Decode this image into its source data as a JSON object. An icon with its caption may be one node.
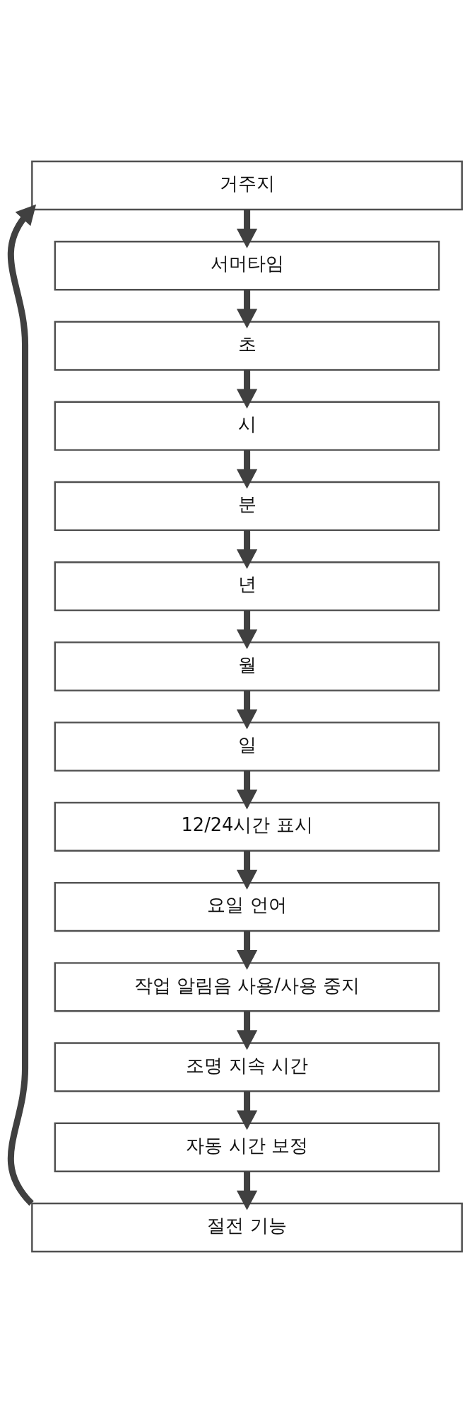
{
  "diagram": {
    "nodes": [
      {
        "text": [
          "거주지"
        ]
      },
      {
        "text": [
          "서머타임"
        ]
      },
      {
        "text": [
          "초"
        ]
      },
      {
        "text": [
          "시"
        ]
      },
      {
        "text": [
          "분"
        ]
      },
      {
        "text": [
          "년"
        ]
      },
      {
        "text": [
          "월"
        ]
      },
      {
        "text": [
          "일"
        ]
      },
      {
        "text": [
          "12/24시간 표시"
        ]
      },
      {
        "text": [
          "요일 언어"
        ]
      },
      {
        "text": [
          "작업 알림음 사용/사용 중지"
        ]
      },
      {
        "text": [
          "조명 지속 시간"
        ]
      },
      {
        "text": [
          "자동 시간 보정"
        ]
      },
      {
        "text": [
          "절전 기능"
        ]
      }
    ],
    "edges": [
      {
        "from": 0,
        "to": 1,
        "arrow": "to"
      },
      {
        "from": 1,
        "to": 2,
        "arrow": "to"
      },
      {
        "from": 2,
        "to": 3,
        "arrow": "to"
      },
      {
        "from": 3,
        "to": 4,
        "arrow": "to"
      },
      {
        "from": 4,
        "to": 5,
        "arrow": "to"
      },
      {
        "from": 5,
        "to": 6,
        "arrow": "to"
      },
      {
        "from": 6,
        "to": 7,
        "arrow": "to"
      },
      {
        "from": 7,
        "to": 8,
        "arrow": "to"
      },
      {
        "from": 8,
        "to": 9,
        "arrow": "to"
      },
      {
        "from": 9,
        "to": 10,
        "arrow": "to"
      },
      {
        "from": 10,
        "to": 11,
        "arrow": "to"
      },
      {
        "from": 11,
        "to": 12,
        "arrow": "to"
      },
      {
        "from": 12,
        "to": 13,
        "arrow": "to"
      },
      {
        "from": 13,
        "to": 0,
        "arrow": "to"
      }
    ]
  }
}
